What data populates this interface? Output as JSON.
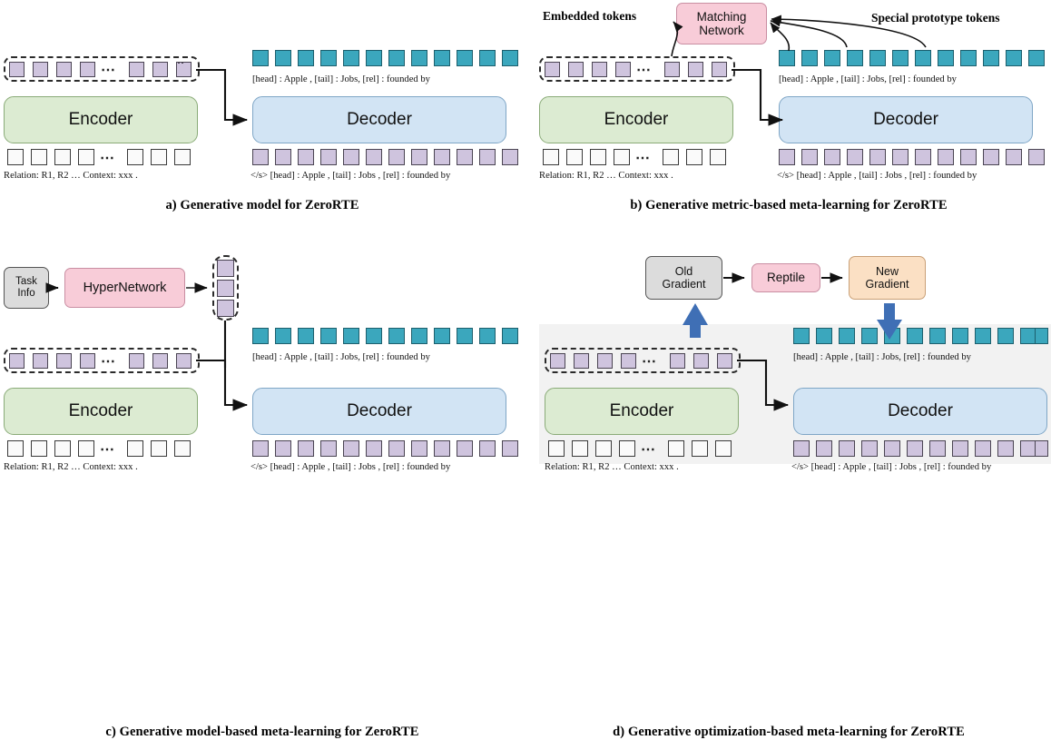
{
  "figure": {
    "title": "ZeroRTE generative model architectures"
  },
  "labels": {
    "encoder": "Encoder",
    "decoder": "Decoder",
    "matching_network": "Matching\nNetwork",
    "matching_network_l1": "Matching",
    "matching_network_l2": "Network",
    "task_info_l1": "Task",
    "task_info_l2": "Info",
    "hypernetwork": "HyperNetwork",
    "old_gradient_l1": "Old",
    "old_gradient_l2": "Gradient",
    "reptile": "Reptile",
    "new_gradient_l1": "New",
    "new_gradient_l2": "Gradient",
    "embedded_tokens": "Embedded tokens",
    "special_prototype_tokens": "Special prototype tokens"
  },
  "sequences": {
    "encoder_input_text": "Relation:   R1,  R2 …        Context:  xxx     .",
    "decoder_output_text": "[head] :  Apple  ,    [tail] :    Jobs,  [rel] : founded by",
    "decoder_input_text": "</s>  [head] :  Apple  , [tail] :    Jobs   , [rel] : founded by",
    "encoder_embed_count": 8,
    "encoder_input_count": 8,
    "decoder_out_count": 12,
    "decoder_in_count": 12,
    "hyper_output_count": 3
  },
  "panels": {
    "a": {
      "id": "a",
      "caption": "a) Generative model for ZeroRTE"
    },
    "b": {
      "id": "b",
      "caption": "b) Generative metric-based meta-learning for ZeroRTE"
    },
    "c": {
      "id": "c",
      "caption": "c) Generative model-based meta-learning for ZeroRTE"
    },
    "d": {
      "id": "d",
      "caption": "d) Generative optimization-based meta-learning for ZeroRTE"
    }
  },
  "colors": {
    "encoder_fill": "#dcebd2",
    "decoder_fill": "#d2e4f4",
    "token_purple": "#cfc4de",
    "token_teal": "#3ba7bd",
    "token_white": "#fafafa",
    "matching_network_fill": "#f8ccd8",
    "hypernetwork_fill": "#f8ccd8",
    "task_info_fill": "#dcdcdc",
    "old_gradient_fill": "#dcdcdc",
    "reptile_fill": "#f8ccd8",
    "new_gradient_fill": "#fbe0c4",
    "big_arrow_blue": "#3f6fb5",
    "panel_d_background": "#f2f2f2"
  }
}
